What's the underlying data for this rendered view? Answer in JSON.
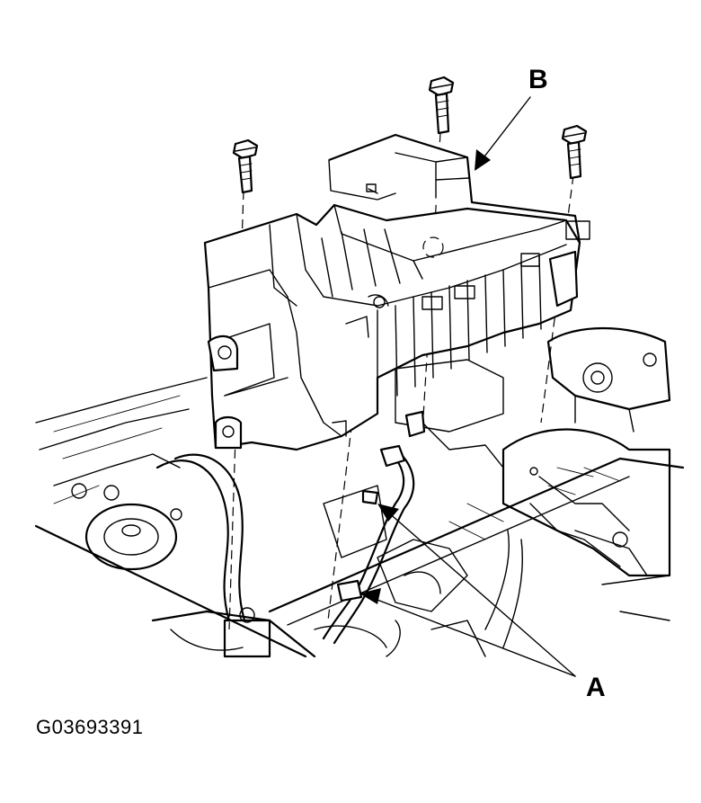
{
  "callouts": {
    "a": "A",
    "b": "B"
  },
  "figure_id": "G03693391",
  "parts": {
    "bolts": [
      "bolt-left",
      "bolt-center",
      "bolt-right"
    ],
    "battery_box": "battery-box",
    "harness": "wire-harness"
  }
}
